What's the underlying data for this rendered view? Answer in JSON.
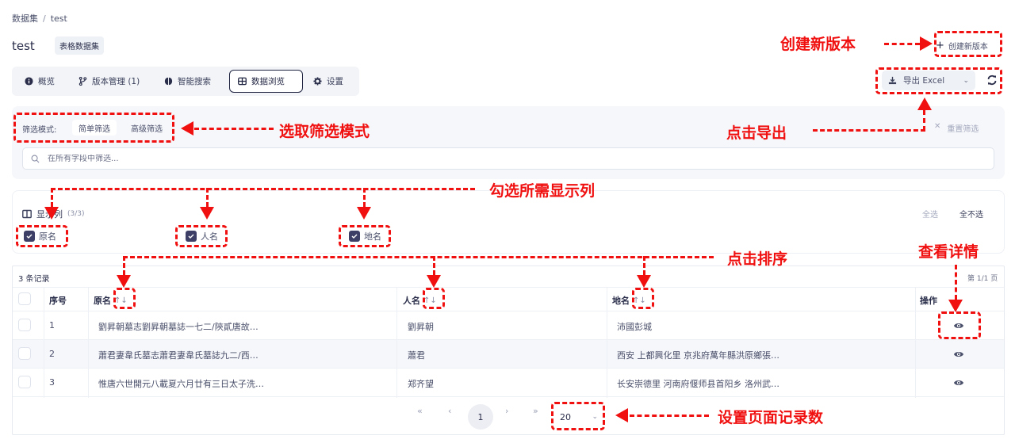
{
  "breadcrumb": {
    "root": "数据集",
    "separator": "/",
    "current": "test"
  },
  "header": {
    "title": "test",
    "badge": "表格数据集"
  },
  "tabs": [
    {
      "label": "概览",
      "icon": "info-circle-icon"
    },
    {
      "label": "版本管理 (1)",
      "icon": "git-branch-icon"
    },
    {
      "label": "智能搜索",
      "icon": "brain-icon"
    },
    {
      "label": "数据浏览",
      "icon": "table-icon",
      "active": true
    },
    {
      "label": "设置",
      "icon": "gear-icon"
    }
  ],
  "actions": {
    "create_version": "创建新版本",
    "export": "导出 Excel",
    "refresh_icon": "refresh-icon"
  },
  "filter": {
    "mode_label": "筛选模式:",
    "modes": [
      "简单筛选",
      "高级筛选"
    ],
    "active_mode": "简单筛选",
    "reset": "重置筛选",
    "search_placeholder": "在所有字段中筛选...",
    "search_value": ""
  },
  "columns_panel": {
    "title": "显示列",
    "count": "(3/3)",
    "select_all": "全选",
    "select_none": "全不选",
    "columns": [
      {
        "label": "原名",
        "checked": true
      },
      {
        "label": "人名",
        "checked": true
      },
      {
        "label": "地名",
        "checked": true
      }
    ]
  },
  "table": {
    "record_count": "3 条记录",
    "page_info": "第 1/1 页",
    "headers": {
      "index": "序号",
      "original": "原名",
      "person": "人名",
      "place": "地名",
      "actions": "操作"
    },
    "rows": [
      {
        "index": "1",
        "original": "劉昇朝墓志劉昇朝墓誌一七二/陝貳唐故…",
        "person": "劉昇朝",
        "place": "沛國彭城"
      },
      {
        "index": "2",
        "original": "蕭君妻韋氏墓志蕭君妻韋氏墓誌九二/西…",
        "person": "蕭君",
        "place": "西安 上都興化里 京兆府萬年縣洪原鄉張…"
      },
      {
        "index": "3",
        "original": "惟唐六世開元八載夏六月廿有三日太子洗…",
        "person": "郑齐望",
        "place": "长安崇德里 河南府偃师县首阳乡 洛州武…"
      }
    ]
  },
  "pagination": {
    "first": "«",
    "prev": "‹",
    "current": "1",
    "next": "›",
    "last": "»",
    "page_size": "20"
  },
  "annotations": {
    "create_version": "创建新版本",
    "export": "点击导出",
    "filter_mode": "选取筛选模式",
    "columns": "勾选所需显示列",
    "sort": "点击排序",
    "details": "查看详情",
    "page_size": "设置页面记录数"
  },
  "colors": {
    "accent": "#1f2340",
    "checkbox": "#3d3f66",
    "annotation": "#f01010",
    "panel_bg": "#f6f7fb"
  }
}
